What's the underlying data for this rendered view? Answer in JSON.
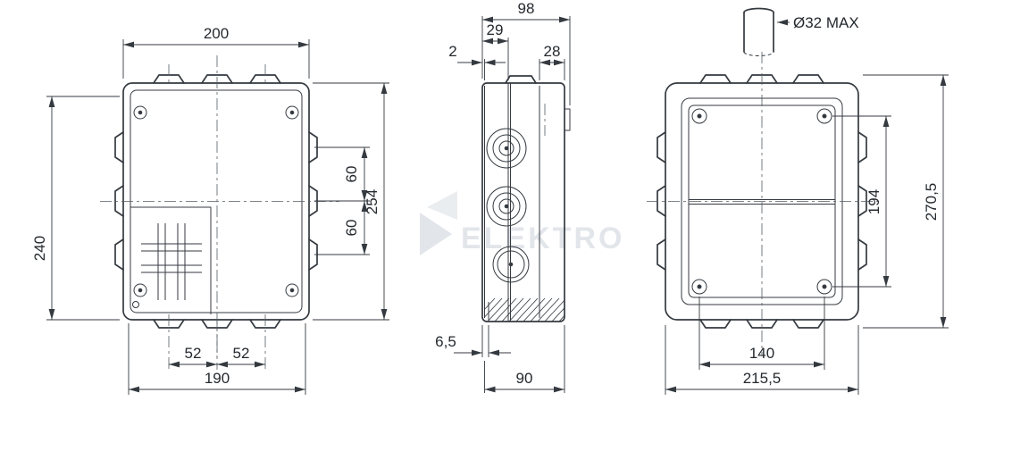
{
  "front": {
    "width_top": "200",
    "height": "254",
    "hole_offset": "240",
    "gland_pitch_a": "60",
    "gland_pitch_b": "60",
    "lug_pitch_a": "52",
    "lug_pitch_b": "52",
    "bottom_width": "190"
  },
  "side": {
    "depth_total": "98",
    "cover_depth": "29",
    "gap": "2",
    "wall_offset": "28",
    "lip": "6,5",
    "base_depth": "90"
  },
  "back": {
    "plug": "Ø32 MAX",
    "screw_pitch_v": "194",
    "height_total": "270,5",
    "screw_pitch_h": "140",
    "width_total": "215,5"
  },
  "watermark": {
    "text": "ELEKTRO"
  }
}
